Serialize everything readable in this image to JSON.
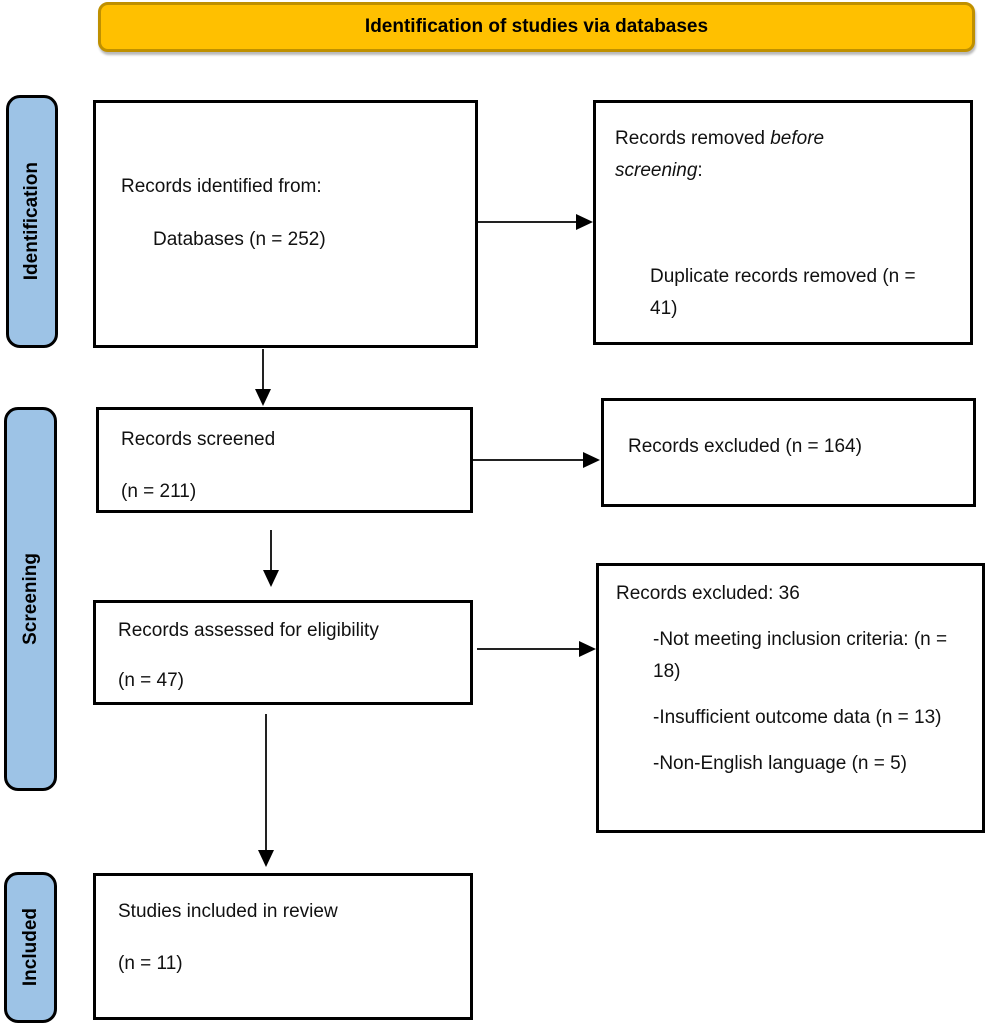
{
  "banner": {
    "title": "Identification of studies via databases",
    "fill_color": "#FFC000",
    "border_color": "#BF9000"
  },
  "sidebar": {
    "fill_color": "#9DC3E6",
    "labels": [
      {
        "label": "Identification"
      },
      {
        "label": "Screening"
      },
      {
        "label": "Included"
      }
    ]
  },
  "boxes": {
    "identified": {
      "line1": "Records identified from:",
      "line2": "Databases (n = 252)"
    },
    "removed": {
      "line1_pre": "Records removed ",
      "line1_italic": "before screening",
      "line1_post": ":",
      "line2": "Duplicate records removed (n = 41)"
    },
    "screened": {
      "line1": "Records screened",
      "line2": "(n = 211)"
    },
    "excluded_screening": {
      "line1": "Records excluded (n = 164)"
    },
    "assessed": {
      "line1": "Records assessed for eligibility",
      "line2": "(n = 47)"
    },
    "excluded_eligibility": {
      "title": "Records excluded: 36",
      "items": [
        "-Not meeting inclusion criteria: (n = 18)",
        "-Insufficient outcome data (n = 13)",
        "-Non-English language (n = 5)"
      ]
    },
    "included_review": {
      "line1": "Studies included in review",
      "line2": "(n = 11)"
    }
  }
}
